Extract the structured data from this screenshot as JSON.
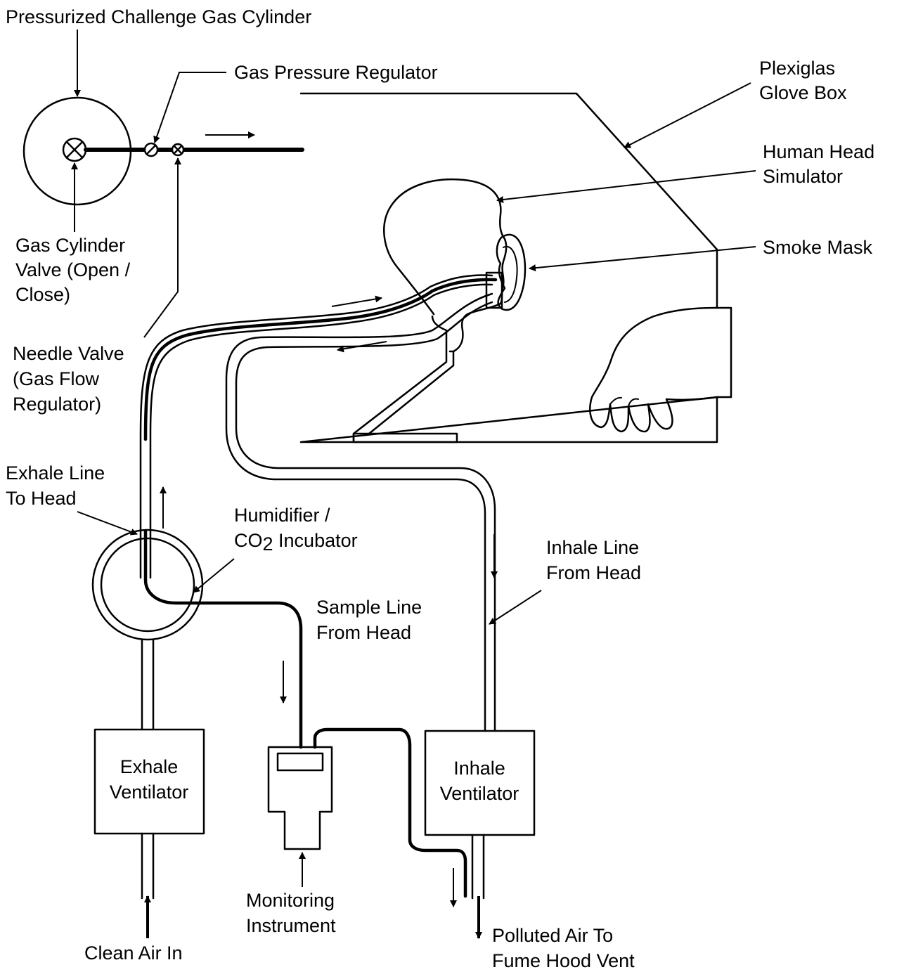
{
  "labels": {
    "cylinder": "Pressurized Challenge Gas Cylinder",
    "regulator": "Gas Pressure Regulator",
    "glovebox": [
      "Plexiglas",
      "Glove Box"
    ],
    "head": [
      "Human Head",
      "Simulator"
    ],
    "mask": "Smoke Mask",
    "cyl_valve": [
      "Gas Cylinder",
      "Valve (Open /",
      "Close)"
    ],
    "needle": [
      "Needle Valve",
      "(Gas Flow",
      "Regulator)"
    ],
    "exhale_line": [
      "Exhale Line",
      "To Head"
    ],
    "humidifier": [
      "Humidifier /",
      "CO",
      "2",
      " Incubator"
    ],
    "inhale_line": [
      "Inhale Line",
      "From Head"
    ],
    "sample_line": [
      "Sample Line",
      "From Head"
    ],
    "exhale_vent": [
      "Exhale",
      "Ventilator"
    ],
    "inhale_vent": [
      "Inhale",
      "Ventilator"
    ],
    "monitor": [
      "Monitoring",
      "Instrument"
    ],
    "clean_air": "Clean Air In",
    "polluted": [
      "Polluted Air To",
      "Fume Hood Vent"
    ]
  }
}
